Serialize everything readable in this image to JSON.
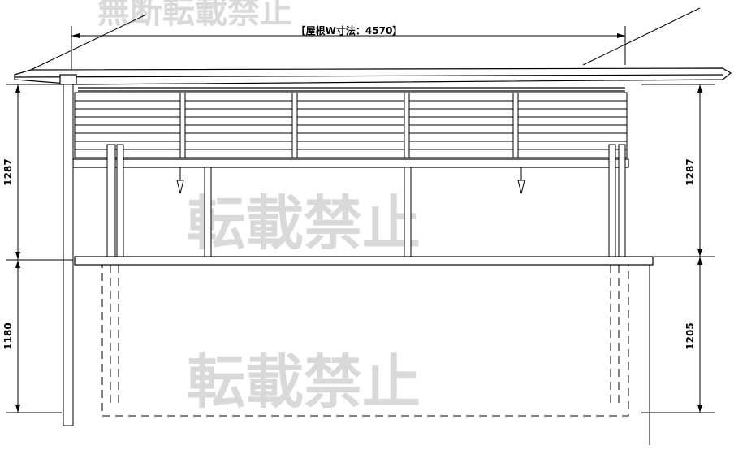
{
  "watermark": {
    "top_row": "無断転載禁止",
    "mid_row": "転載禁止",
    "bottom_row": "転載禁止"
  },
  "roof_width_label": "【屋根W寸法：4570】",
  "left_dims": {
    "upper": "1287",
    "lower": "1180"
  },
  "right_dims": {
    "upper": "1287",
    "lower": "1205"
  }
}
